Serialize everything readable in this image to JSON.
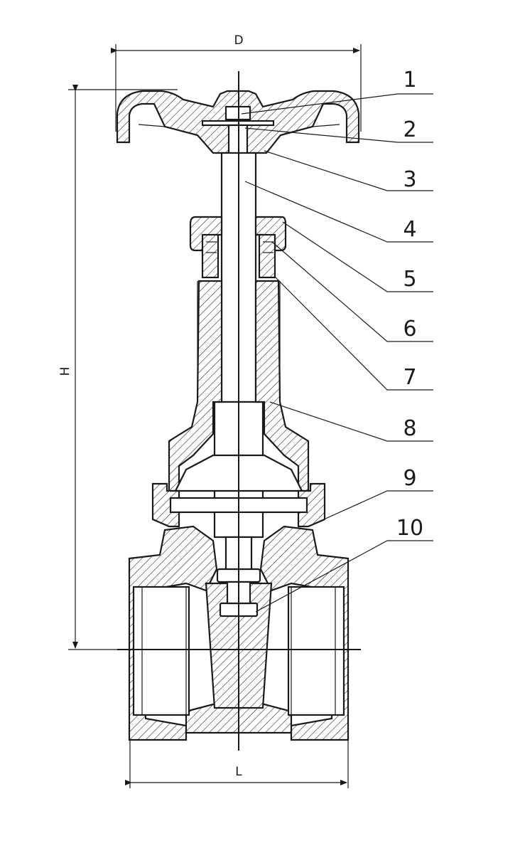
{
  "dimensions": {
    "diameter_label": "D",
    "height_label": "H",
    "length_label": "L"
  },
  "callouts": [
    "1",
    "2",
    "3",
    "4",
    "5",
    "6",
    "7",
    "8",
    "9",
    "10"
  ],
  "colors": {
    "line": "#1a1a1a",
    "background": "#ffffff"
  }
}
